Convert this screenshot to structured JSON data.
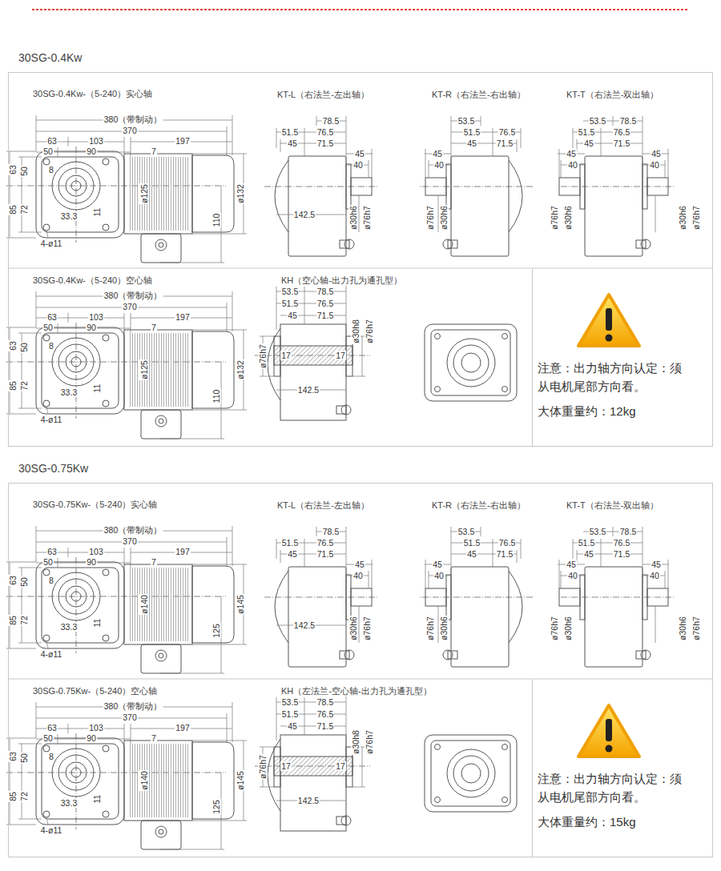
{
  "diagram": {
    "nodes": [
      {
        "text": [
          "30SG-0.4Kw"
        ]
      },
      {
        "text": [
          "注意：出力轴方向认定：须 从电机尾部方向看。",
          "大体重量约：12kg"
        ],
        "in": 0
      },
      {
        "text": [
          "30SG-0.75Kw"
        ]
      },
      {
        "text": [
          "注意：出力轴方向认定：须 从电机尾部方向看。",
          "大体重量约：15kg"
        ],
        "in": 2
      }
    ],
    "labels": [
      "30SG-0.4Kw-（5-240）实心轴",
      "380（带制动）",
      "370",
      "63",
      "103",
      "50",
      "90",
      "7",
      "197",
      "63",
      "50",
      "85",
      "72",
      "8",
      "ø125",
      "11",
      "33.3",
      "4-ø11",
      "110",
      "ø132",
      "KT-L（右法兰-左出轴）",
      "78.5",
      "51.5",
      "76.5",
      "45",
      "71.5",
      "45",
      "40",
      "142.5",
      "ø30h6",
      "ø76h7",
      "KT-R（右法兰-右出轴）",
      "53.5",
      "51.5",
      "76.5",
      "45",
      "71.5",
      "45",
      "40",
      "ø76h7",
      "ø30h6",
      "KT-T（右法兰-双出轴）",
      "53.5",
      "78.5",
      "51.5",
      "76.5",
      "45",
      "71.5",
      "45",
      "40",
      "45",
      "40",
      "ø76h7",
      "ø30h6",
      "ø30h6",
      "ø76h7",
      "30SG-0.4Kw-（5-240）空心轴",
      "380（带制动）",
      "370",
      "63",
      "103",
      "50",
      "90",
      "7",
      "197",
      "63",
      "50",
      "85",
      "72",
      "8",
      "ø125",
      "11",
      "33.3",
      "4-ø11",
      "110",
      "ø132",
      "KH（空心轴-出力孔为通孔型）",
      "53.5",
      "78.5",
      "51.5",
      "76.5",
      "45",
      "71.5",
      "ø76h7",
      "ø30h8",
      "ø76h7",
      "17",
      "17",
      "142.5",
      "30SG-0.75Kw-（5-240）实心轴",
      "380（带制动）",
      "370",
      "63",
      "103",
      "50",
      "90",
      "7",
      "197",
      "63",
      "50",
      "85",
      "72",
      "8",
      "ø140",
      "11",
      "33.3",
      "4-ø11",
      "125",
      "ø145",
      "KT-L（右法兰-左出轴）",
      "78.5",
      "51.5",
      "76.5",
      "45",
      "71.5",
      "45",
      "40",
      "142.5",
      "ø30h6",
      "ø76h7",
      "KT-R（右法兰-右出轴）",
      "53.5",
      "51.5",
      "76.5",
      "45",
      "71.5",
      "45",
      "40",
      "ø76h7",
      "ø30h6",
      "KT-T（右法兰-双出轴）",
      "53.5",
      "78.5",
      "51.5",
      "76.5",
      "45",
      "71.5",
      "45",
      "40",
      "45",
      "40",
      "ø76h7",
      "ø30h6",
      "ø30h6",
      "ø76h7",
      "30SG-0.75Kw-（5-240）空心轴",
      "380（带制动）",
      "370",
      "63",
      "103",
      "50",
      "90",
      "7",
      "197",
      "63",
      "50",
      "85",
      "72",
      "8",
      "ø140",
      "11",
      "33.3",
      "4-ø11",
      "125",
      "ø145",
      "KH（左法兰-空心轴-出力孔为通孔型）",
      "53.5",
      "78.5",
      "51.5",
      "76.5",
      "45",
      "71.5",
      "ø76h7",
      "ø30h8",
      "ø76h7",
      "17",
      "17",
      "142.5"
    ]
  }
}
